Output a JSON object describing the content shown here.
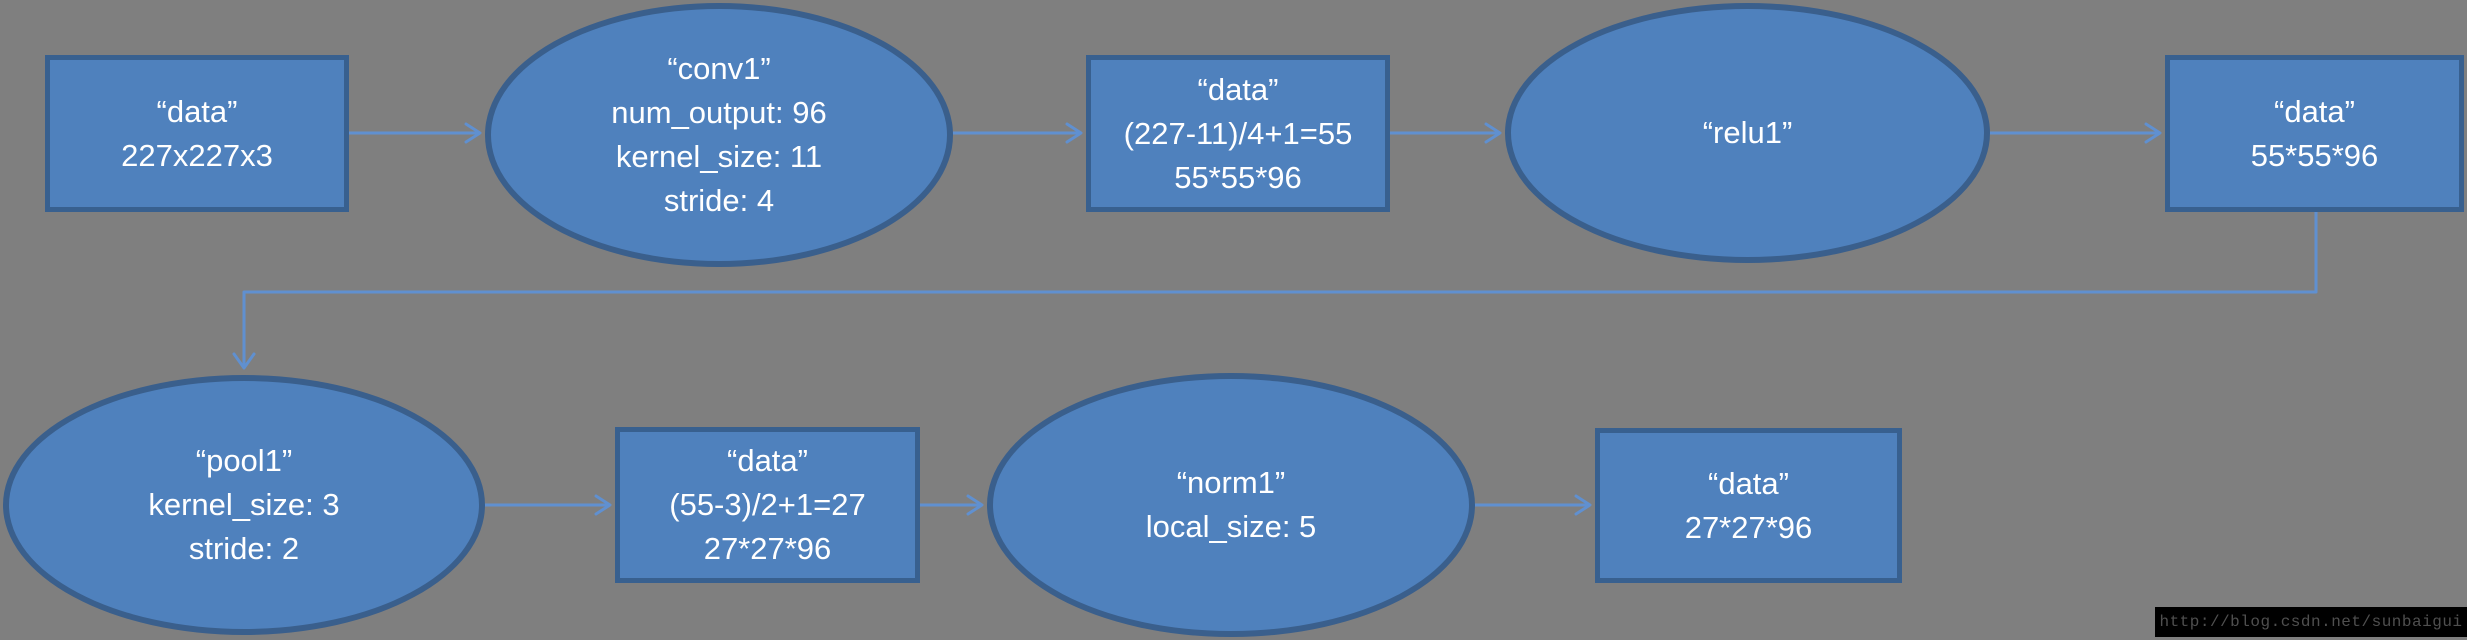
{
  "colors": {
    "background": "#7f7f7f",
    "shape_fill": "#4f81bd",
    "shape_border": "#3a5f8c",
    "connector": "#6090d0",
    "text": "#ffffff",
    "watermark_bg": "#000000",
    "watermark_text": "#4f4f4f"
  },
  "nodes": [
    {
      "id": "data-input",
      "shape": "rect",
      "lines": [
        "“data”",
        "227x227x3"
      ]
    },
    {
      "id": "conv1",
      "shape": "ellipse",
      "lines": [
        "“conv1”",
        "num_output: 96",
        "kernel_size: 11",
        "stride: 4"
      ]
    },
    {
      "id": "data-conv1-out",
      "shape": "rect",
      "lines": [
        "“data”",
        "(227-11)/4+1=55",
        "55*55*96"
      ]
    },
    {
      "id": "relu1",
      "shape": "ellipse",
      "lines": [
        "“relu1”"
      ]
    },
    {
      "id": "data-relu1-out",
      "shape": "rect",
      "lines": [
        "“data”",
        "55*55*96"
      ]
    },
    {
      "id": "pool1",
      "shape": "ellipse",
      "lines": [
        "“pool1”",
        "kernel_size: 3",
        "stride: 2"
      ]
    },
    {
      "id": "data-pool1-out",
      "shape": "rect",
      "lines": [
        "“data”",
        "(55-3)/2+1=27",
        "27*27*96"
      ]
    },
    {
      "id": "norm1",
      "shape": "ellipse",
      "lines": [
        "“norm1”",
        "local_size: 5"
      ]
    },
    {
      "id": "data-norm1-out",
      "shape": "rect",
      "lines": [
        "“data”",
        "27*27*96"
      ]
    }
  ],
  "watermark": "http://blog.csdn.net/sunbaigui"
}
